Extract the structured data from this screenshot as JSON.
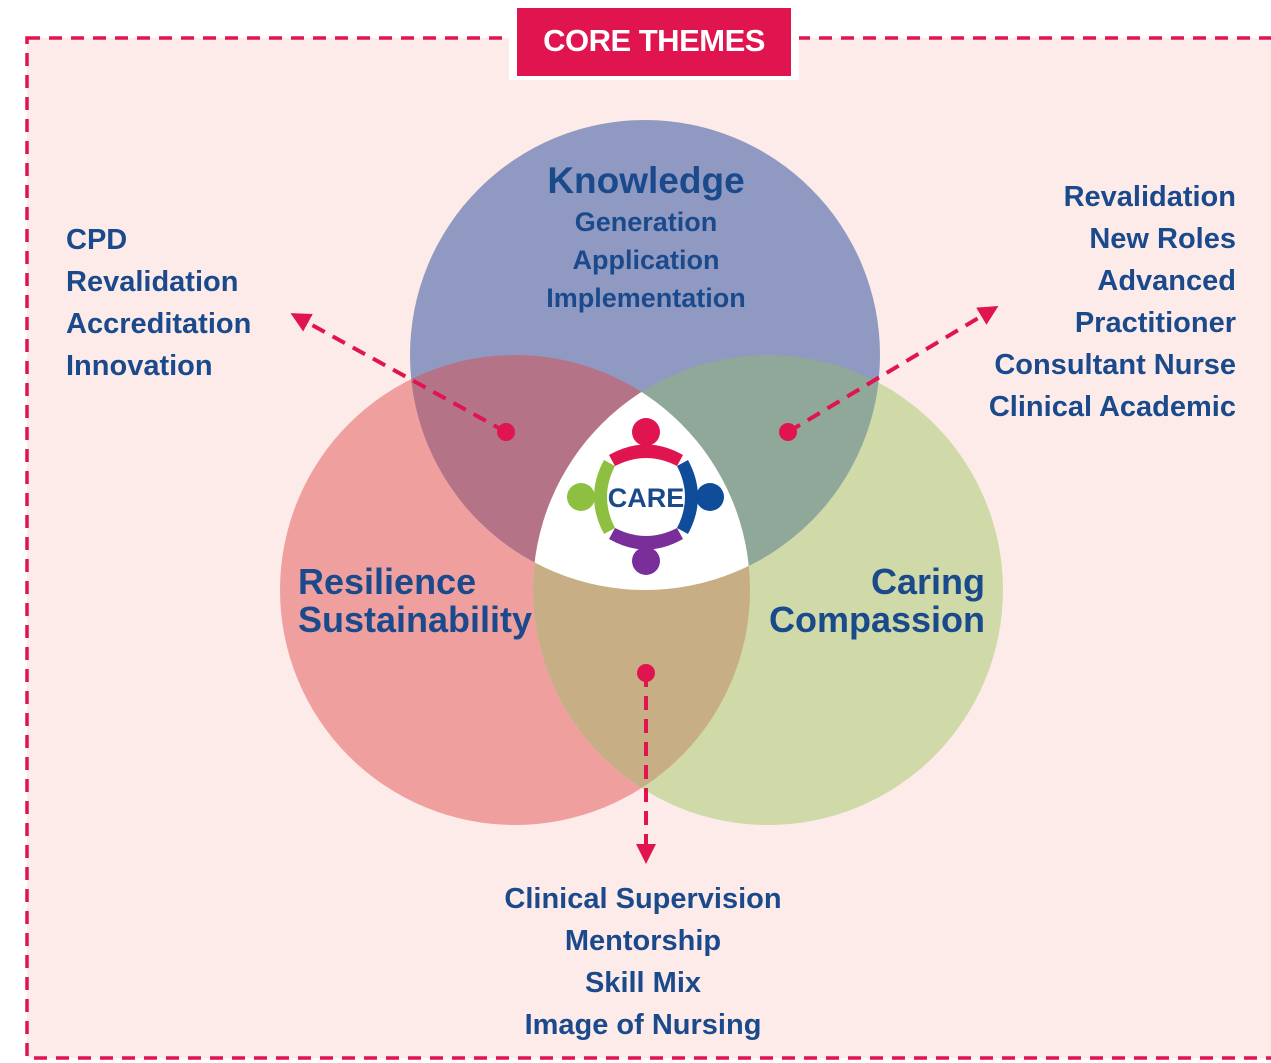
{
  "title": "CORE THEMES",
  "center": {
    "label": "CARE"
  },
  "circles": {
    "knowledge": {
      "heading": "Knowledge",
      "lines": [
        "Generation",
        "Application",
        "Implementation"
      ],
      "color": "#9099c2"
    },
    "resilience": {
      "lines": [
        "Resilience",
        "Sustainability"
      ],
      "color": "#efa09e"
    },
    "caring": {
      "lines": [
        "Caring",
        "Compassion"
      ],
      "color": "#cfdaa8"
    }
  },
  "overlaps": {
    "knowledge_resilience": "#b57388",
    "knowledge_caring": "#8fa89a",
    "resilience_caring": "#c8ae84"
  },
  "callouts": {
    "left": [
      "CPD",
      "Revalidation",
      "Accreditation",
      "Innovation"
    ],
    "right": [
      "Revalidation",
      "New Roles",
      "Advanced",
      "Practitioner",
      "Consultant Nurse",
      "Clinical Academic"
    ],
    "bottom": [
      "Clinical Supervision",
      "Mentorship",
      "Skill Mix",
      "Image of Nursing"
    ]
  },
  "colors": {
    "accent": "#e0144f",
    "text": "#1b4a8c",
    "background": "#fdebe9",
    "figure_red": "#e0144f",
    "figure_blue": "#0f4c9a",
    "figure_purple": "#7a2e9a",
    "figure_green": "#8dc041"
  }
}
